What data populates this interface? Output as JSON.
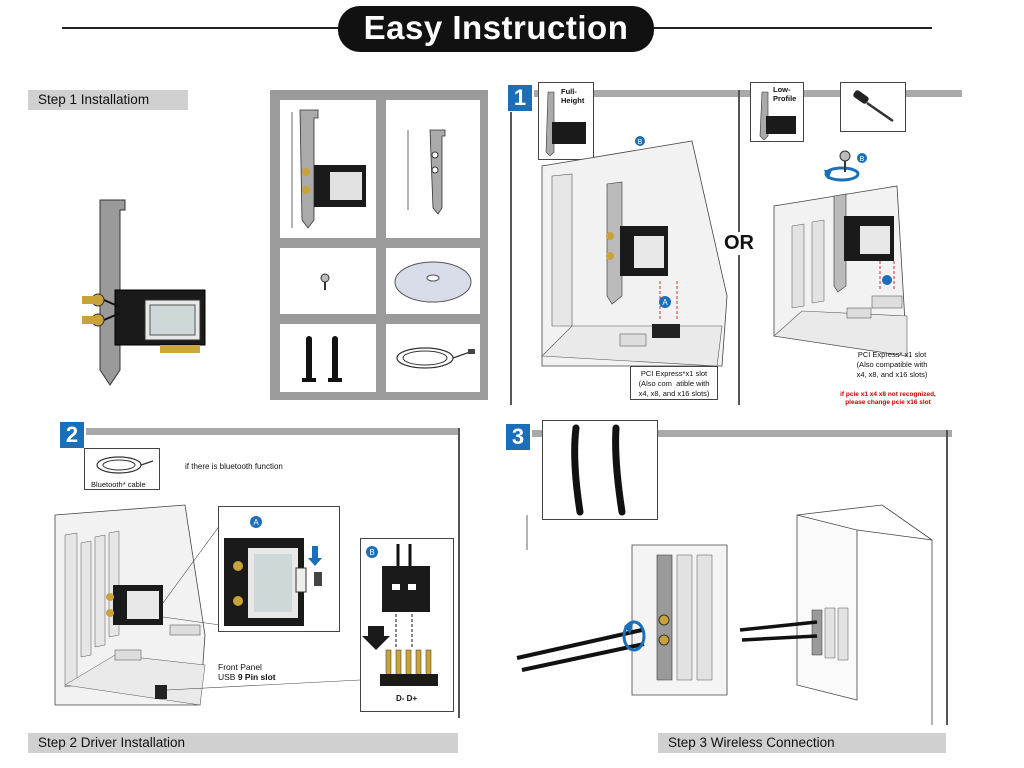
{
  "title": "Easy Instruction",
  "steps": {
    "install_label": "Step 1 Installatiom",
    "driver_label": "Step 2 Driver Installation",
    "wireless_label": "Step 3 Wireless Connection"
  },
  "panel1": {
    "number": "1",
    "full_height_label": "Full-\nHeight",
    "low_profile_label": "Low-\nProfile",
    "or_label": "OR",
    "marker_a": "A",
    "marker_b": "B",
    "slot_text_left": "PCI Express*x1 slot\n(Also com  atible with\nx4, x8, and x16 slots)",
    "slot_text_right": "PCI Express* x1 slot\n(Also compatible with\nx4, x8, and x16 slots)",
    "warning_text": "if pcie x1 x4 x8 not recognized,\nplease change pcie x16 slot"
  },
  "panel2": {
    "number": "2",
    "bluetooth_cable": "Bluetooth* cable",
    "bluetooth_note": "if there is bluetooth function",
    "marker_a": "A",
    "marker_b": "B",
    "front_panel": "Front Panel",
    "usb_prefix": "USB ",
    "usb_bold": "9 Pin slot",
    "pin_label": "D- D+"
  },
  "panel3": {
    "number": "3"
  },
  "icons": [
    "screwdriver-icon",
    "rotate-arrow-icon",
    "disc-icon",
    "antenna-icon",
    "cable-icon",
    "screw-icon",
    "down-arrow-icon"
  ]
}
